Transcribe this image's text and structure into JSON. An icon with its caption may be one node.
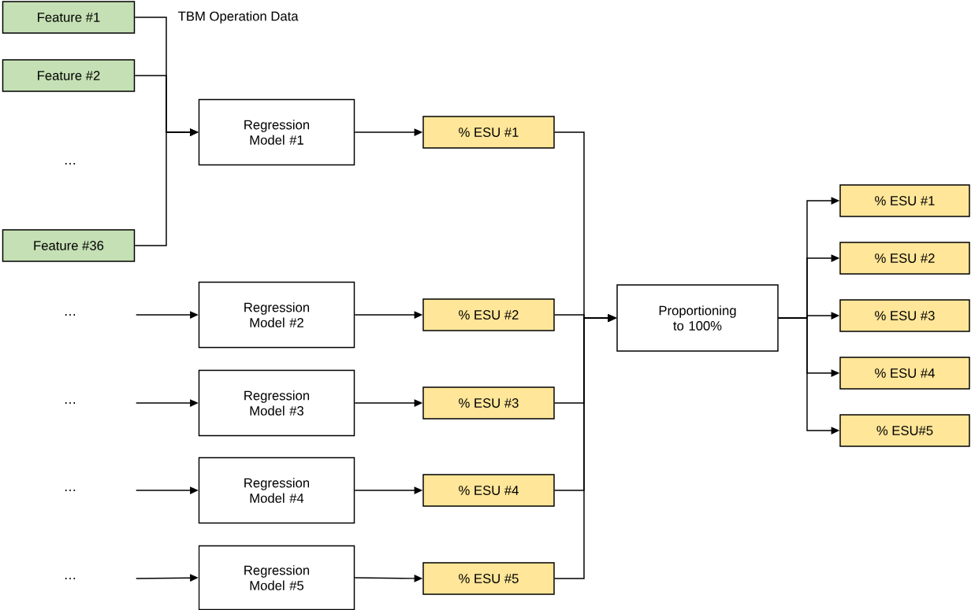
{
  "diagram": {
    "nodes": [
      {
        "text": [
          "Feature #1"
        ]
      },
      {
        "text": [
          "Feature #2"
        ]
      },
      {
        "text": [
          "Feature #36"
        ]
      },
      {
        "text": [
          "Regression Model #1"
        ]
      },
      {
        "text": [
          "% ESU #1"
        ]
      },
      {
        "text": [
          "…"
        ]
      },
      {
        "text": [
          "Regression Model #2"
        ]
      },
      {
        "text": [
          "% ESU #2"
        ]
      },
      {
        "text": [
          "…"
        ]
      },
      {
        "text": [
          "Regression Model #3"
        ]
      },
      {
        "text": [
          "% ESU #3"
        ]
      },
      {
        "text": [
          "…"
        ]
      },
      {
        "text": [
          "Regression Model #4"
        ]
      },
      {
        "text": [
          "% ESU #4"
        ]
      },
      {
        "text": [
          "…"
        ]
      },
      {
        "text": [
          "Regression Model #5"
        ]
      },
      {
        "text": [
          "% ESU #5"
        ]
      },
      {
        "text": [
          "Proportioning to 100%"
        ]
      },
      {
        "text": [
          "% ESU #1"
        ]
      },
      {
        "text": [
          "% ESU #2"
        ]
      },
      {
        "text": [
          "% ESU #3"
        ]
      },
      {
        "text": [
          "% ESU #4"
        ]
      },
      {
        "text": [
          "% ESU#5"
        ]
      }
    ],
    "edges": [
      {
        "from": 0,
        "to": 3,
        "arrow": "to"
      },
      {
        "from": 1,
        "to": 3,
        "arrow": "to"
      },
      {
        "from": 2,
        "to": 3,
        "arrow": "to"
      },
      {
        "from": 3,
        "to": 4,
        "arrow": "to"
      },
      {
        "from": 5,
        "to": 6,
        "arrow": "to"
      },
      {
        "from": 6,
        "to": 7,
        "arrow": "to"
      },
      {
        "from": 8,
        "to": 9,
        "arrow": "to"
      },
      {
        "from": 9,
        "to": 10,
        "arrow": "to"
      },
      {
        "from": 11,
        "to": 12,
        "arrow": "to"
      },
      {
        "from": 12,
        "to": 13,
        "arrow": "to"
      },
      {
        "from": 14,
        "to": 15,
        "arrow": "to"
      },
      {
        "from": 15,
        "to": 16,
        "arrow": "to"
      },
      {
        "from": 4,
        "to": 17,
        "arrow": "to"
      },
      {
        "from": 7,
        "to": 17,
        "arrow": "to"
      },
      {
        "from": 10,
        "to": 17,
        "arrow": "to"
      },
      {
        "from": 13,
        "to": 17,
        "arrow": "to"
      },
      {
        "from": 16,
        "to": 17,
        "arrow": "to"
      },
      {
        "from": 17,
        "to": 18,
        "arrow": "to"
      },
      {
        "from": 17,
        "to": 19,
        "arrow": "to"
      },
      {
        "from": 17,
        "to": 20,
        "arrow": "to"
      },
      {
        "from": 17,
        "to": 21,
        "arrow": "to"
      },
      {
        "from": 17,
        "to": 22,
        "arrow": "to"
      }
    ],
    "labels": [
      "TBM Operation Data",
      "…"
    ]
  }
}
